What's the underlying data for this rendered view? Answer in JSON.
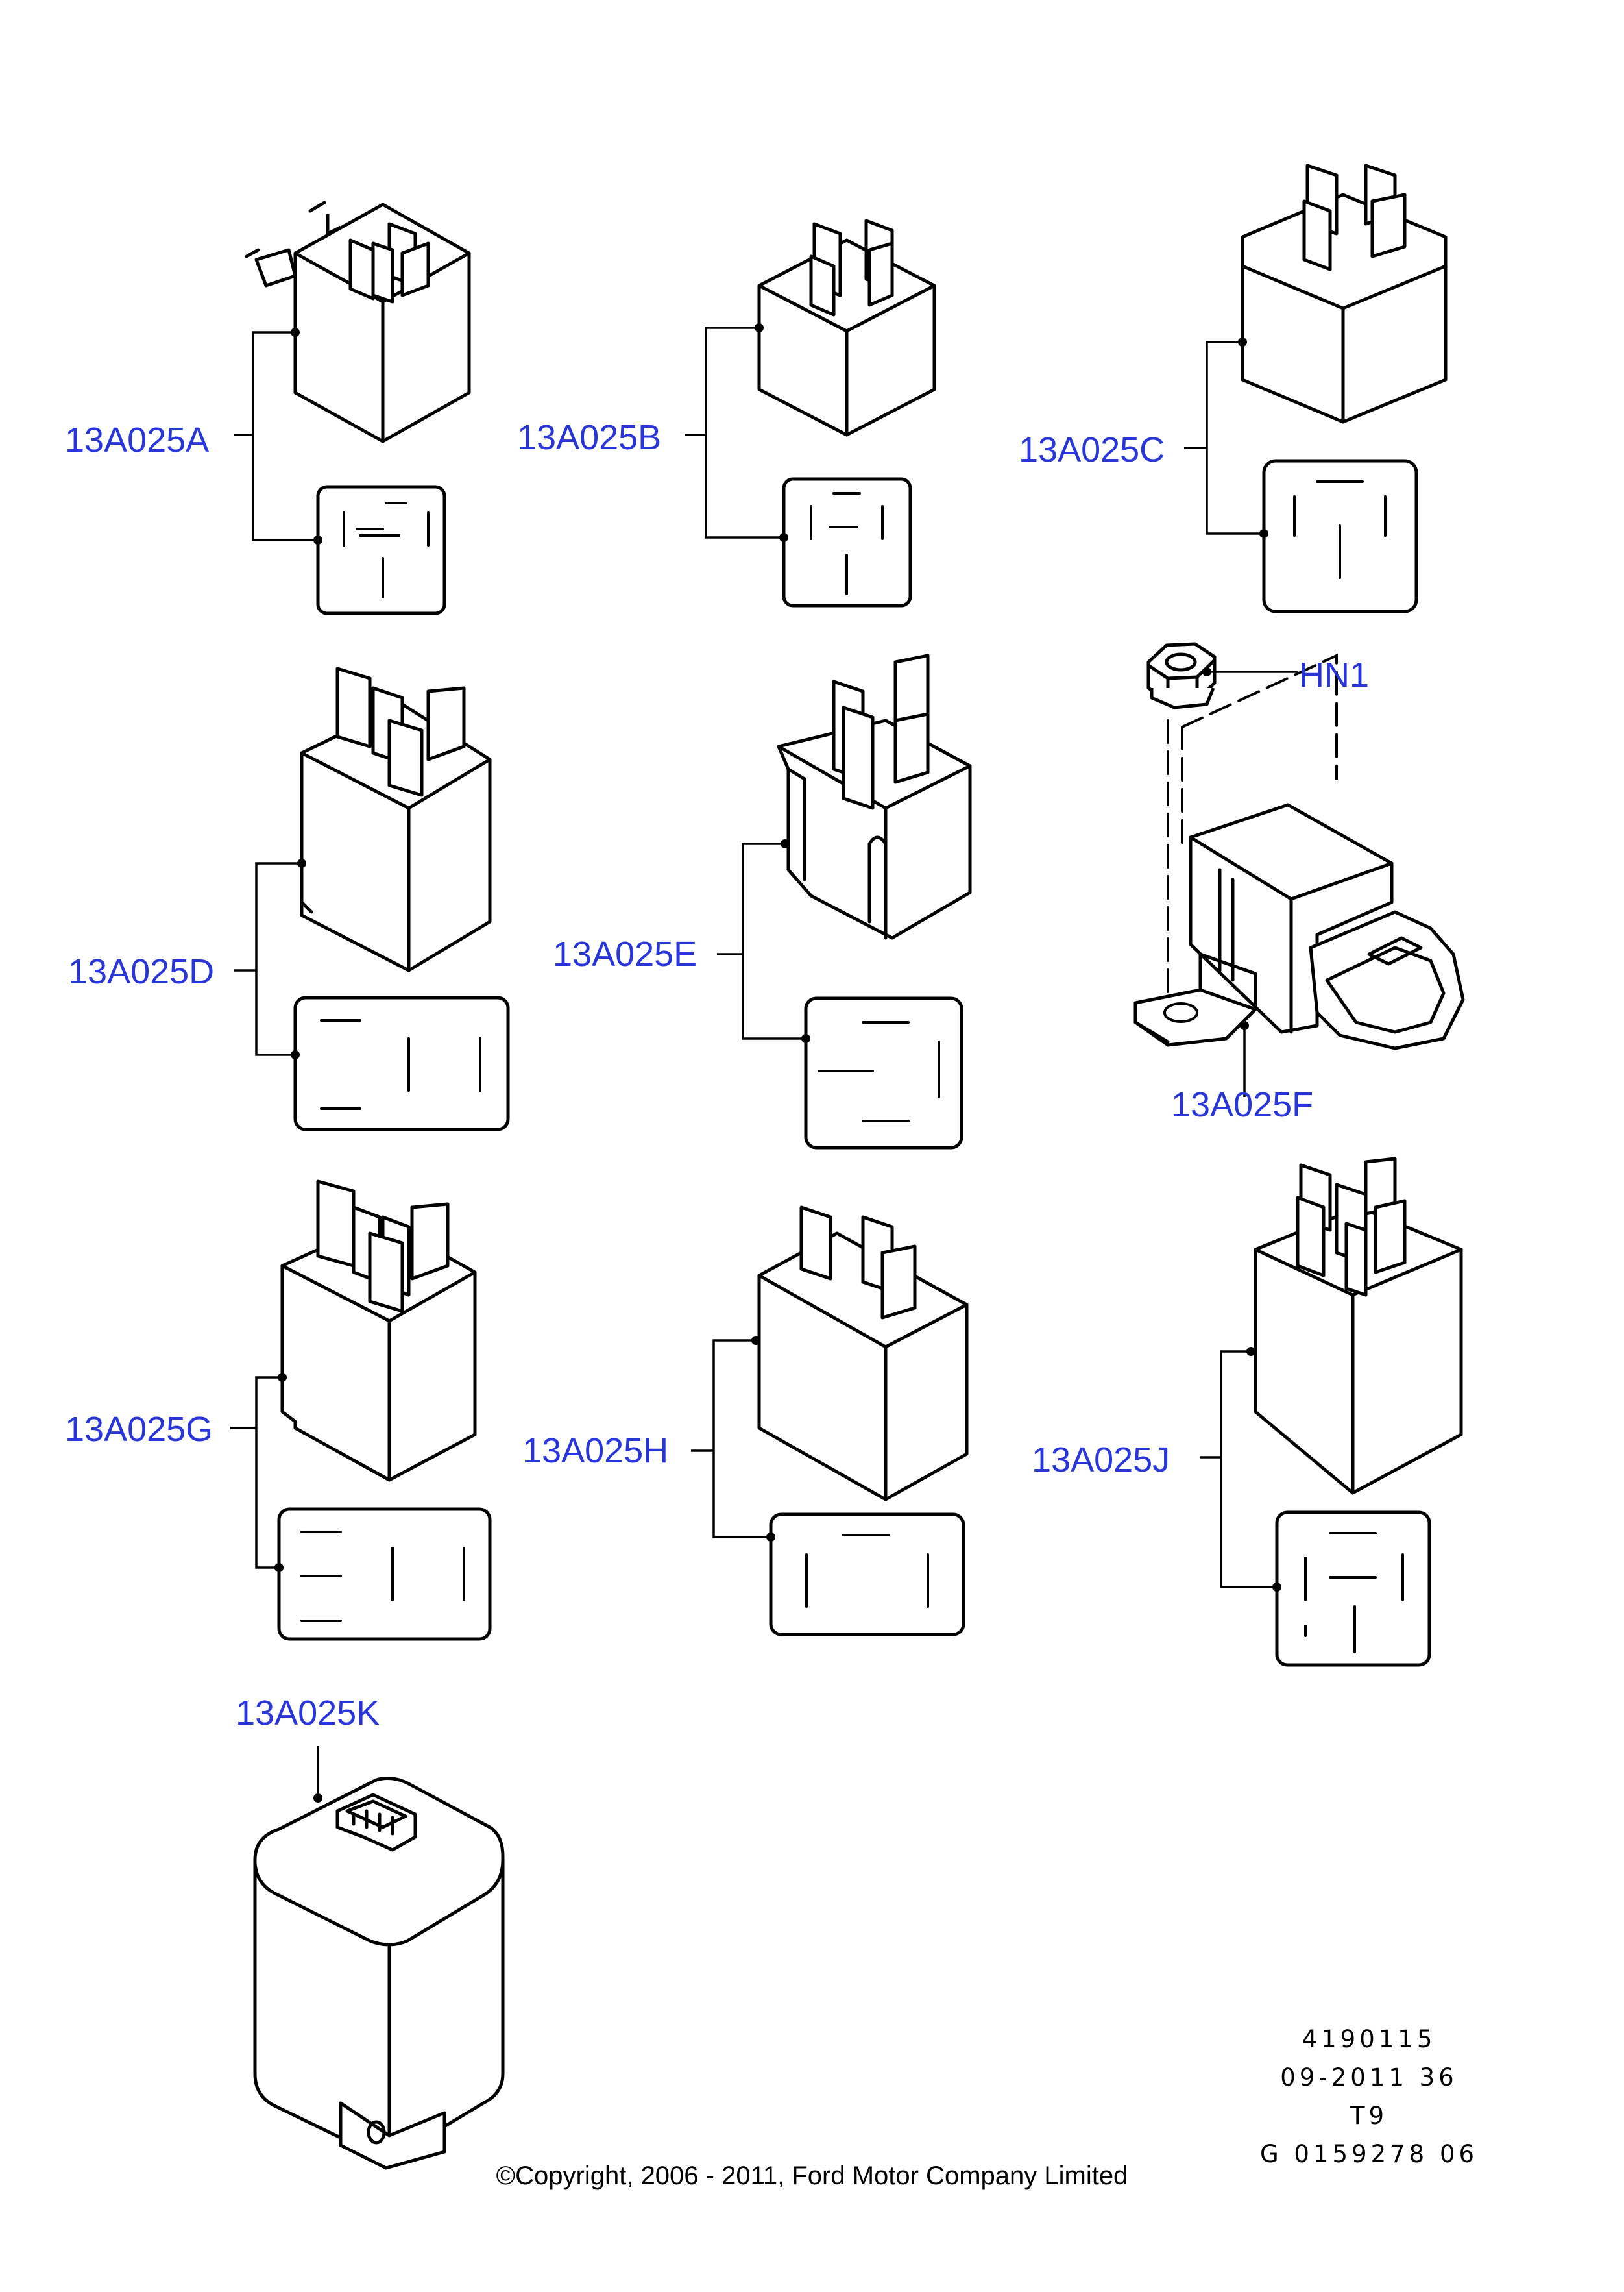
{
  "callouts": {
    "a": "13A025A",
    "b": "13A025B",
    "c": "13A025C",
    "d": "13A025D",
    "e": "13A025E",
    "f": "13A025F",
    "hn1": "HN1",
    "g": "13A025G",
    "h": "13A025H",
    "j": "13A025J",
    "k": "13A025K"
  },
  "meta": {
    "line1": "4190115",
    "line2": "09-2011 36",
    "line3": "T9",
    "line4": "G 0159278 06"
  },
  "copyright": "©Copyright, 2006 - 2011, Ford Motor Company Limited",
  "colors": {
    "callout": "#2a35d9",
    "linework": "#000000",
    "background": "#ffffff"
  }
}
